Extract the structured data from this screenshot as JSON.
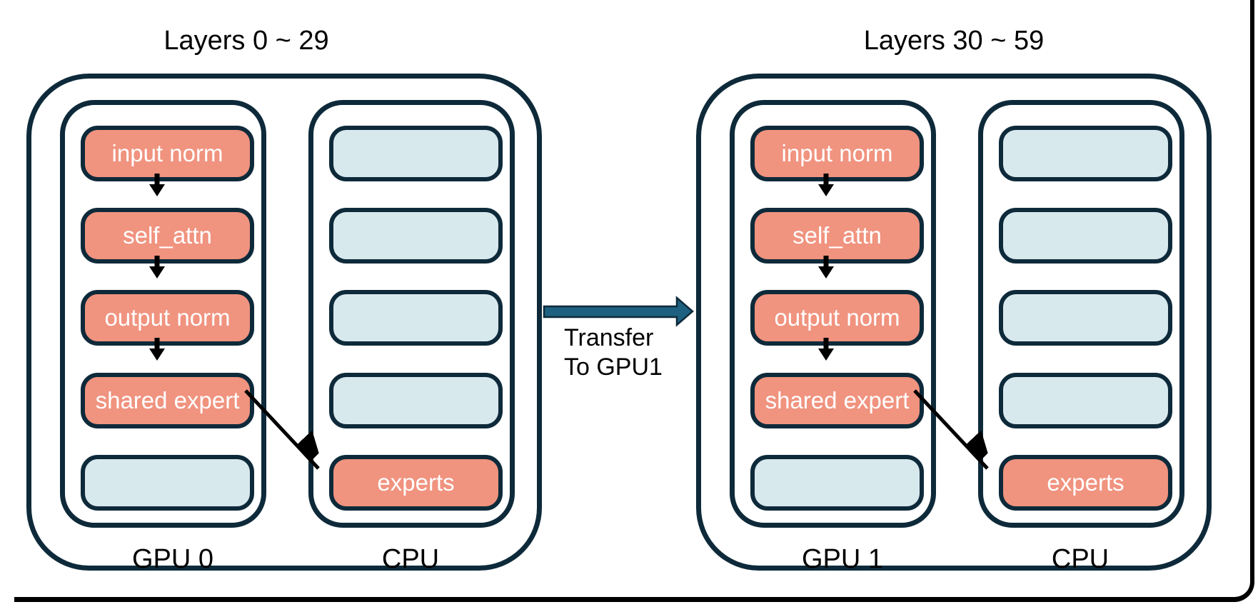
{
  "palette": {
    "ink": "#0e2a3a",
    "salmon": "#f0937f",
    "lightblue": "#d8e9ee",
    "arrow": "#1e6080",
    "boxText": "#ffffff",
    "labelText": "#000000"
  },
  "groups": [
    {
      "title": "Layers 0 ~ 29",
      "gpu": {
        "label": "GPU 0",
        "boxes": [
          {
            "label": "input norm",
            "filled": true
          },
          {
            "label": "self_attn",
            "filled": true
          },
          {
            "label": "output norm",
            "filled": true
          },
          {
            "label": "shared expert",
            "filled": true
          },
          {
            "label": "",
            "filled": false
          }
        ]
      },
      "cpu": {
        "label": "CPU",
        "boxes": [
          {
            "label": "",
            "filled": false
          },
          {
            "label": "",
            "filled": false
          },
          {
            "label": "",
            "filled": false
          },
          {
            "label": "",
            "filled": false
          },
          {
            "label": "experts",
            "filled": true
          }
        ]
      }
    },
    {
      "title": "Layers 30 ~ 59",
      "gpu": {
        "label": "GPU 1",
        "boxes": [
          {
            "label": "input norm",
            "filled": true
          },
          {
            "label": "self_attn",
            "filled": true
          },
          {
            "label": "output norm",
            "filled": true
          },
          {
            "label": "shared expert",
            "filled": true
          },
          {
            "label": "",
            "filled": false
          }
        ]
      },
      "cpu": {
        "label": "CPU",
        "boxes": [
          {
            "label": "",
            "filled": false
          },
          {
            "label": "",
            "filled": false
          },
          {
            "label": "",
            "filled": false
          },
          {
            "label": "",
            "filled": false
          },
          {
            "label": "experts",
            "filled": true
          }
        ]
      }
    }
  ],
  "transfer": {
    "line1": "Transfer",
    "line2": "To GPU1"
  }
}
